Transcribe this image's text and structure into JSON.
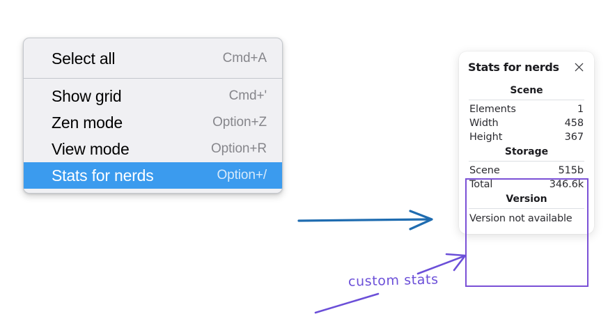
{
  "background_color": "#ffffff",
  "context_menu": {
    "name": "context-menu",
    "highlight_color": "#3b9bee",
    "background_color": "#f0f0f3",
    "sections": [
      {
        "items": [
          {
            "label": "Select all",
            "shortcut": "Cmd+A",
            "selected": false
          }
        ]
      },
      {
        "items": [
          {
            "label": "Show grid",
            "shortcut": "Cmd+'",
            "selected": false
          },
          {
            "label": "Zen mode",
            "shortcut": "Option+Z",
            "selected": false
          },
          {
            "label": "View mode",
            "shortcut": "Option+R",
            "selected": false
          },
          {
            "label": "Stats for nerds",
            "shortcut": "Option+/",
            "selected": true
          }
        ]
      }
    ]
  },
  "stats_panel": {
    "title": "Stats for nerds",
    "close_icon": "close-icon",
    "groups": [
      {
        "heading": "Scene",
        "rows": [
          {
            "key": "Elements",
            "value": "1"
          },
          {
            "key": "Width",
            "value": "458"
          },
          {
            "key": "Height",
            "value": "367"
          }
        ]
      },
      {
        "heading": "Storage",
        "rows": [
          {
            "key": "Scene",
            "value": "515b"
          },
          {
            "key": "Total",
            "value": "346.6k"
          }
        ]
      },
      {
        "heading": "Version",
        "single_value": "Version not available"
      }
    ],
    "highlight_color": "#7a50d6"
  },
  "annotations": {
    "text": "custom stats",
    "text_color": "#6b4fd8",
    "blue_arrow_color": "#1f6cb0",
    "purple_color": "#6b4fd8"
  }
}
